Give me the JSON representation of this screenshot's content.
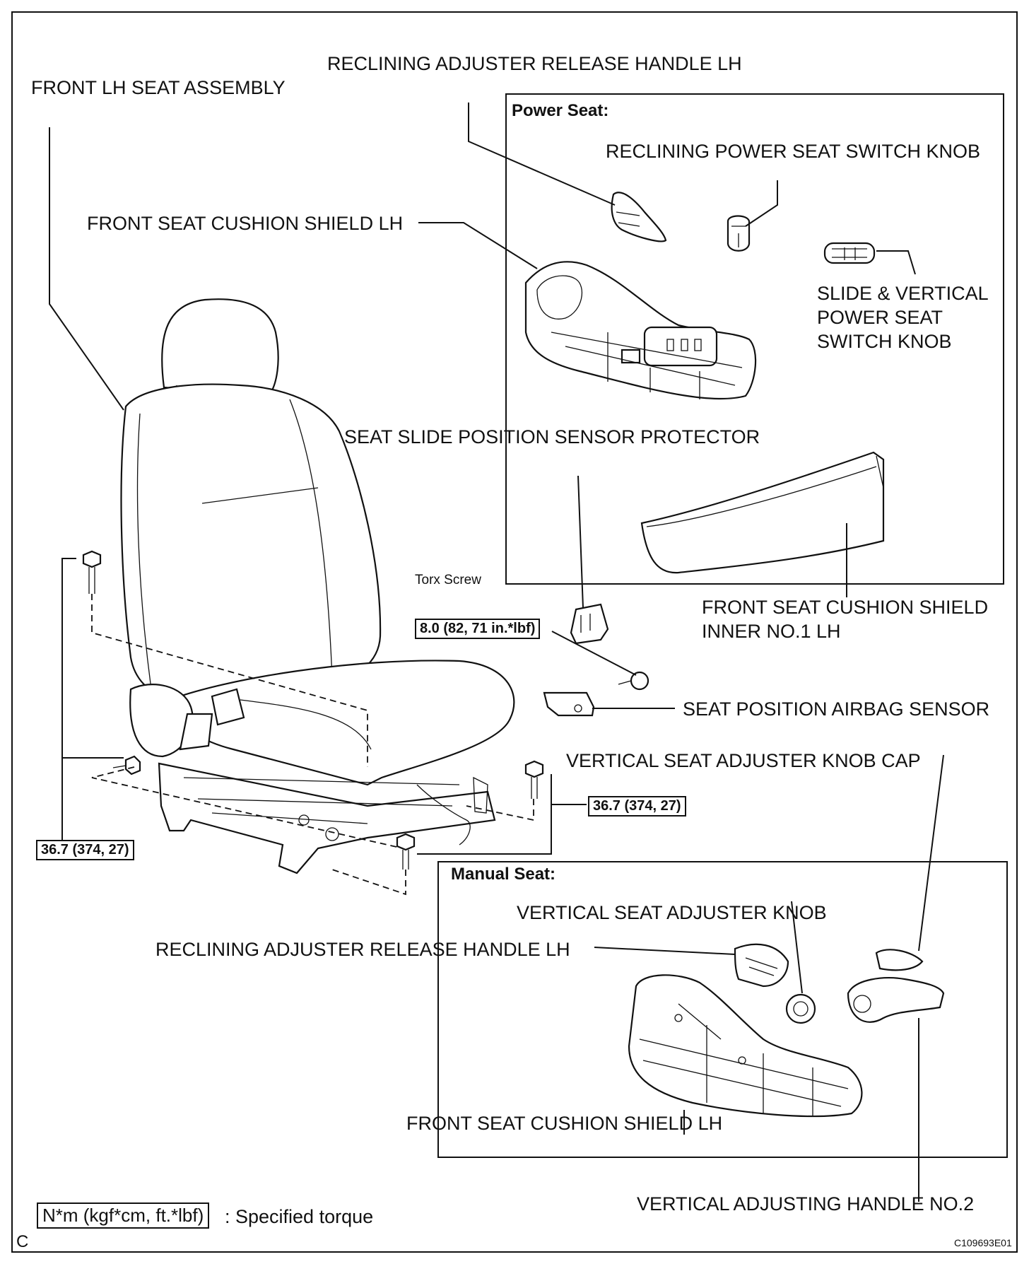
{
  "labels": {
    "front_lh_seat_assembly": "FRONT LH SEAT ASSEMBLY",
    "reclining_release_handle_top": "RECLINING ADJUSTER RELEASE HANDLE LH",
    "power_seat_title": "Power Seat:",
    "reclining_power_switch_knob": "RECLINING POWER SEAT SWITCH KNOB",
    "front_seat_cushion_shield_top": "FRONT SEAT CUSHION SHIELD LH",
    "slide_vertical_switch_knob": "SLIDE & VERTICAL POWER SEAT SWITCH KNOB",
    "seat_slide_sensor_protector": "SEAT SLIDE POSITION SENSOR PROTECTOR",
    "torx_screw": "Torx Screw",
    "front_shield_inner": "FRONT SEAT CUSHION SHIELD INNER NO.1 LH",
    "seat_position_airbag_sensor": "SEAT POSITION AIRBAG SENSOR",
    "vertical_knob_cap": "VERTICAL SEAT ADJUSTER KNOB CAP",
    "manual_seat_title": "Manual Seat:",
    "vertical_adjuster_knob": "VERTICAL SEAT ADJUSTER KNOB",
    "reclining_release_handle_manual": "RECLINING ADJUSTER RELEASE HANDLE LH",
    "front_seat_cushion_shield_bottom": "FRONT SEAT CUSHION SHIELD LH",
    "vertical_adjusting_handle": "VERTICAL ADJUSTING HANDLE NO.2"
  },
  "torques": {
    "sensor_screw": "8.0 (82, 71 in.*lbf)",
    "bolts_right": "36.7 (374, 27)",
    "bolts_left": "36.7 (374, 27)"
  },
  "legend": {
    "unit": "N*m (kgf*cm, ft.*lbf)",
    "text": ": Specified torque"
  },
  "corner_letter": "C",
  "figure_code": "C109693E01"
}
